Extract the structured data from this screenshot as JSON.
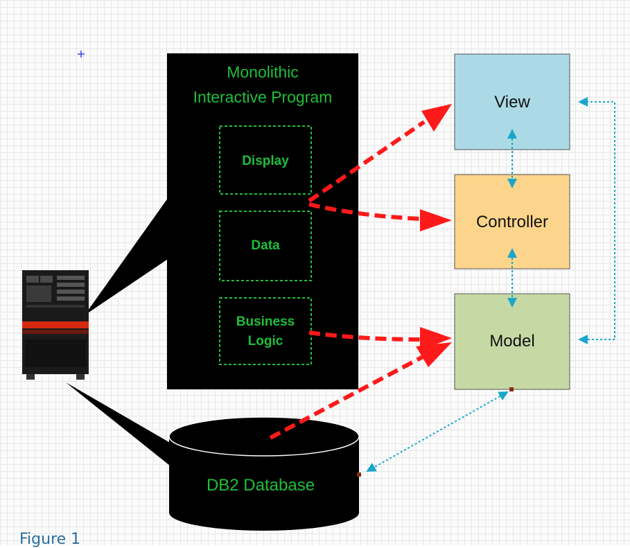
{
  "program": {
    "title_line1": "Monolithic",
    "title_line2": "Interactive Program",
    "sections": {
      "display": "Display",
      "data": "Data",
      "logic_line1": "Business",
      "logic_line2": "Logic"
    }
  },
  "mvc": {
    "view": "View",
    "controller": "Controller",
    "model": "Model"
  },
  "database": {
    "label": "DB2 Database"
  },
  "caption": "Figure 1",
  "colors": {
    "program_bg": "#000000",
    "program_text": "#1fbf3a",
    "view_fill": "#acd9e6",
    "controller_fill": "#fcd48b",
    "model_fill": "#c6d9a4",
    "red_arrow": "#ff1a1a",
    "cyan_arrow": "#1aa6c9"
  }
}
